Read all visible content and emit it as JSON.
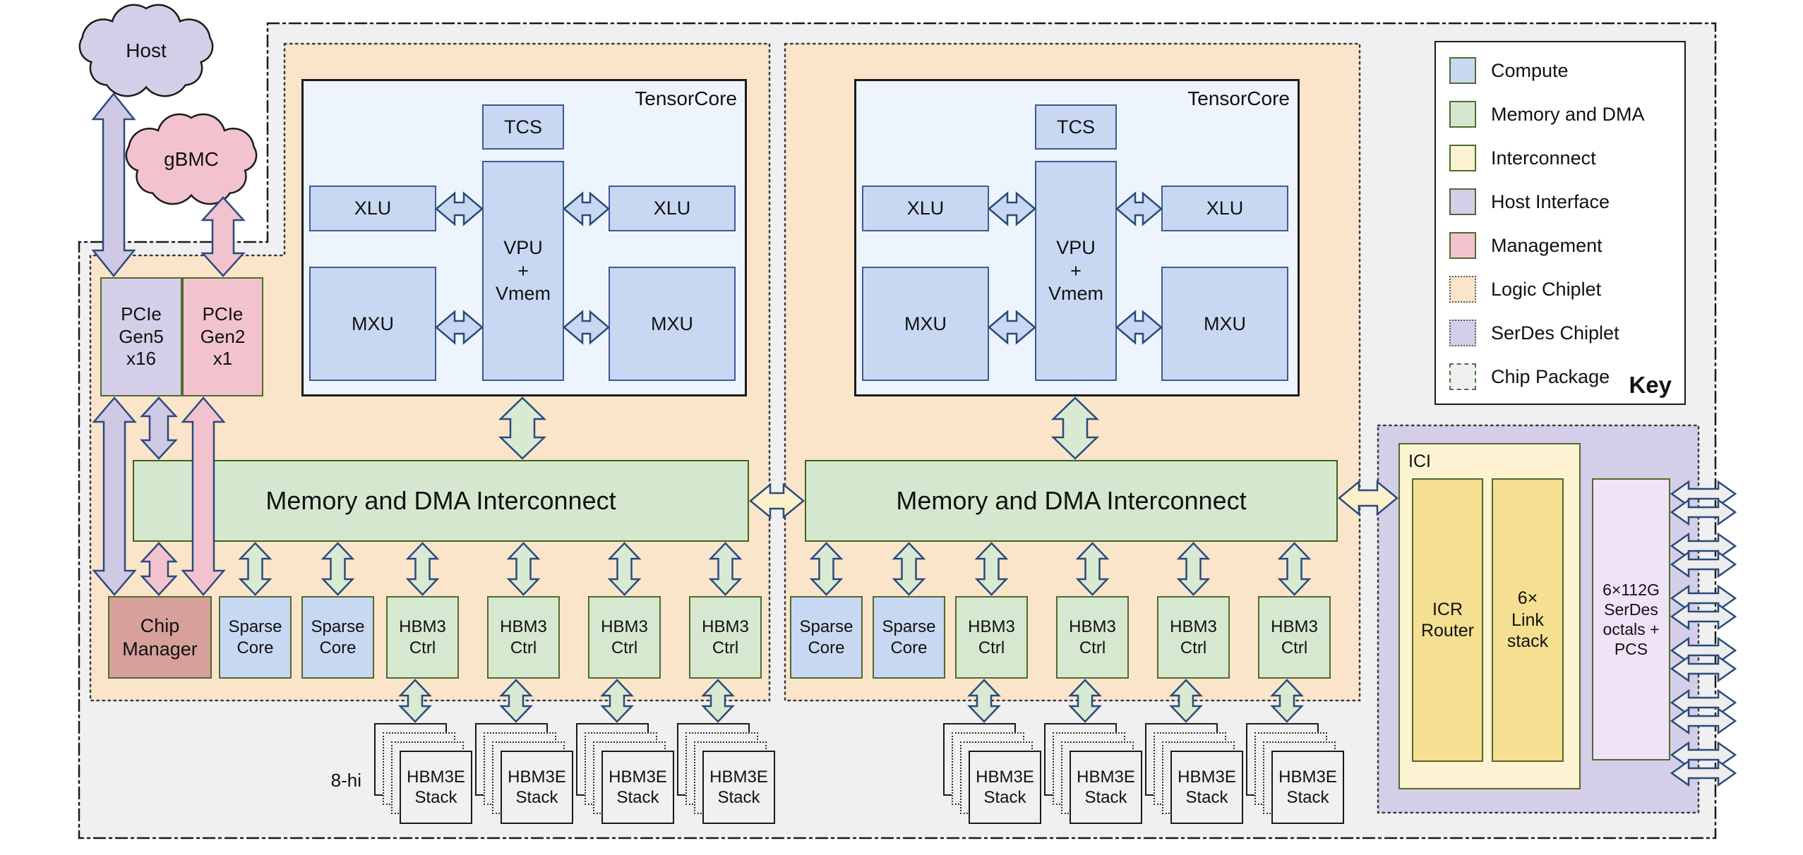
{
  "diagram": {
    "clouds": {
      "host": "Host",
      "gbmc": "gBMC"
    },
    "pcie": {
      "gen5": "PCIe\nGen5\nx16",
      "gen2": "PCIe\nGen2\nx1"
    },
    "tensorcore": {
      "title": "TensorCore",
      "tcs": "TCS",
      "xlu": "XLU",
      "vpu": "VPU\n+\nVmem",
      "mxu": "MXU"
    },
    "interconnect": {
      "label": "Memory and DMA Interconnect"
    },
    "blocks": {
      "chip_manager": "Chip\nManager",
      "sparse_core": "Sparse\nCore",
      "hbm3_ctrl": "HBM3\nCtrl"
    },
    "hbm": {
      "stack_label": "HBM3E\nStack",
      "height_label": "8-hi"
    },
    "ici": {
      "title": "ICI",
      "icr_router": "ICR\nRouter",
      "link_stack": "6×\nLink\nstack"
    },
    "serdes": {
      "octals": "6×112G\nSerDes\noctals +\nPCS"
    },
    "legend": {
      "title": "Key",
      "items": [
        {
          "label": "Compute",
          "fill": "#c9d8f2",
          "border": "solid"
        },
        {
          "label": "Memory and DMA",
          "fill": "#d5e8cf",
          "border": "solid"
        },
        {
          "label": "Interconnect",
          "fill": "#fdf3d2",
          "border": "solid"
        },
        {
          "label": "Host Interface",
          "fill": "#d5cee8",
          "border": "solid"
        },
        {
          "label": "Management",
          "fill": "#f2c3ce",
          "border": "solid"
        },
        {
          "label": "Logic Chiplet",
          "fill": "#fae5cb",
          "border": "dotted"
        },
        {
          "label": "SerDes Chiplet",
          "fill": "#d5cee8",
          "border": "dotted"
        },
        {
          "label": "Chip Package",
          "fill": "#f0f0f0",
          "border": "dashdot"
        }
      ]
    },
    "colors": {
      "package_fill": "#f0f0f0",
      "logic_chiplet_fill": "#fae5cb",
      "serdes_chiplet_fill": "#d5cee8",
      "tensorcore_bg": "#eef4fc",
      "compute_fill": "#c9d8f2",
      "compute_border": "#3c5a96",
      "memory_fill": "#d5e8cf",
      "green_border": "#4f6b2c",
      "host_fill": "#d5cee8",
      "management_fill": "#f2c3ce",
      "chip_manager_fill": "#d7a09b",
      "interconnect_fill": "#fdf3d2",
      "interconnect_inner_fill": "#f5df90",
      "serdes_box_fill": "#f0e3f8",
      "arrow_stroke": "#2b4a7d",
      "arrow_purple": "#cfc9e6",
      "arrow_pink": "#f2c3ce",
      "arrow_green": "#d9ead3",
      "arrow_yellow": "#fbf2cb",
      "arrow_gray": "#ededed"
    }
  }
}
